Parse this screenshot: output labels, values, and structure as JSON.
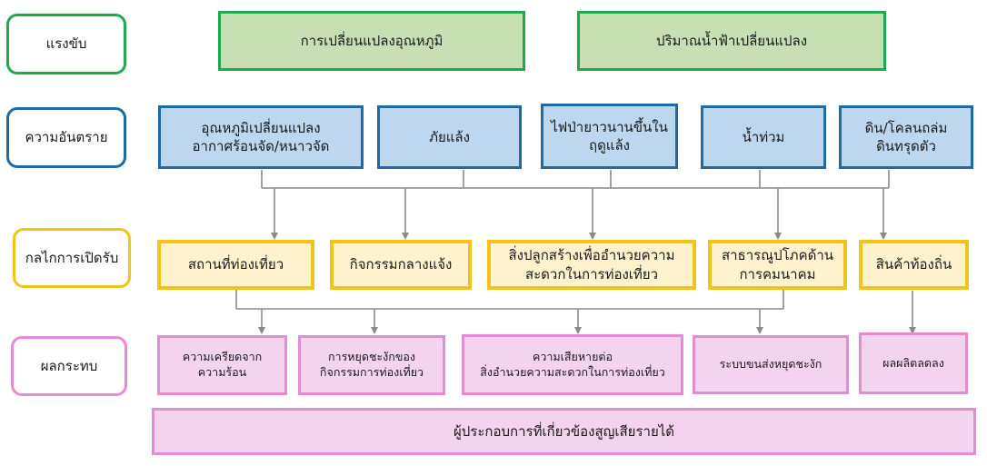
{
  "rows": {
    "driver": "แรงขับ",
    "hazard": "ความอันตราย",
    "exposure": "กลไกการเปิดรับ",
    "impact": "ผลกระทบ"
  },
  "drivers": [
    "การเปลี่ยนแปลงอุณหภูมิ",
    "ปริมาณน้ำฟ้าเปลี่ยนแปลง"
  ],
  "hazards": [
    "อุณหภูมิเปลี่ยนแปลง\nอากาศร้อนจัด/หนาวจัด",
    "ภัยแล้ง",
    "ไฟป่ายาวนานขึ้นใน\nฤดูแล้ง",
    "น้ำท่วม",
    "ดิน/โคลนถล่ม\nดินทรุดตัว"
  ],
  "exposures": [
    "สถานที่ท่องเที่ยว",
    "กิจกรรมกลางแจ้ง",
    "สิ่งปลูกสร้างเพื่ออำนวยความ\nสะดวกในการท่องเที่ยว",
    "สาธารณูปโภคด้าน\nการคมนาคม",
    "สินค้าท้องถิ่น"
  ],
  "impacts": [
    "ความเครียดจาก\nความร้อน",
    "การหยุดชะงักของ\nกิจกรรมการท่องเที่ยว",
    "ความเสียหายต่อ\nสิ่งอำนวยความสะดวกในการท่องเที่ยว",
    "ระบบขนส่งหยุดชะงัก",
    "ผลผลิตลดลง"
  ],
  "final": "ผู้ประกอบการที่เกี่ยวข้องสูญเสียรายได้",
  "colors": {
    "driver_fill": "#c6e0b4",
    "driver_border": "#1fa84f",
    "hazard_fill": "#bdd7ee",
    "hazard_border": "#1f6aa5",
    "exposure_fill": "#fff2cc",
    "exposure_border": "#f0c419",
    "impact_fill": "#f4d3ee",
    "impact_border": "#e68bd0",
    "connector": "#8a8a8a"
  }
}
